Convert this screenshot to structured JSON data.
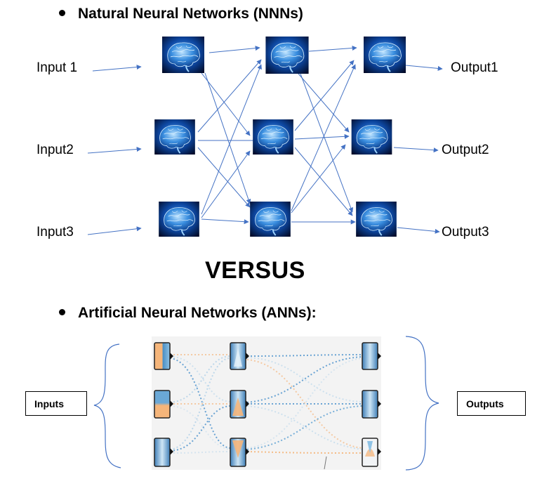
{
  "nnn": {
    "title": "Natural Neural Networks (NNNs)",
    "inputs": [
      "Input 1",
      "Input2",
      "Input3"
    ],
    "outputs": [
      "Output1",
      "Output2",
      "Output3"
    ]
  },
  "versus": "VERSUS",
  "ann": {
    "title": "Artificial Neural Networks (ANNs):",
    "inputs_label": "Inputs",
    "outputs_label": "Outputs"
  },
  "colors": {
    "arrow": "#4472c4",
    "brain_blue": "#1565c0",
    "ann_blue": "#4a90c8",
    "ann_orange": "#f5b57a"
  }
}
